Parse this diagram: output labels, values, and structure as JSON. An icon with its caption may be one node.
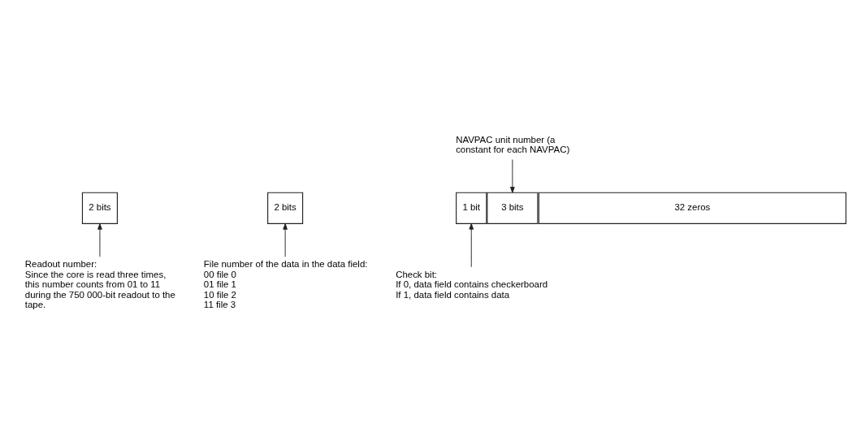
{
  "diagram": {
    "nodes": [
      {
        "text": [
          "2 bits"
        ]
      },
      {
        "text": [
          "2 bits"
        ]
      },
      {
        "text": [
          "1 bit"
        ]
      },
      {
        "text": [
          "3 bits"
        ]
      },
      {
        "text": [
          "32 zeros"
        ]
      },
      {
        "text": [
          "NAVPAC unit number (a constant for each NAVPAC)"
        ]
      },
      {
        "text": [
          "Readout number:",
          "Since the core is read three times, this number counts from 01 to 11 during the 750 000-bit readout to the tape."
        ]
      },
      {
        "text": [
          "File number of the data in the data field:",
          "00 file 0",
          "01 file 1",
          "10 file 2",
          "11 file 3"
        ]
      },
      {
        "text": [
          "Check bit:",
          "If 0, data field contains checkerboard",
          "If 1, data field contains data"
        ]
      }
    ],
    "edges": [
      {
        "from": 5,
        "to": 3,
        "arrow": "to"
      },
      {
        "from": 6,
        "to": 0,
        "arrow": "to"
      },
      {
        "from": 7,
        "to": 1,
        "arrow": "to"
      },
      {
        "from": 8,
        "to": 2,
        "arrow": "to"
      }
    ]
  }
}
